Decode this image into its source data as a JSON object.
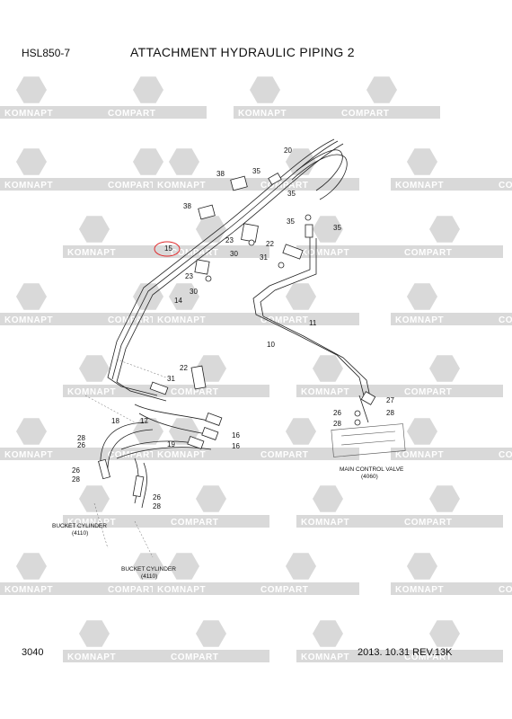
{
  "header": {
    "model": "HSL850-7",
    "title": "ATTACHMENT HYDRAULIC PIPING 2"
  },
  "footer": {
    "page_number": "3040",
    "revision": "2013. 10.31  REV.13K"
  },
  "watermark": {
    "left_text": "KOMNAPT",
    "right_text": "COMPART",
    "color": "#d9d9d9"
  },
  "highlight": {
    "part": "15",
    "color": "#e0282a"
  },
  "part_labels": [
    "20",
    "35",
    "38",
    "38",
    "35",
    "35",
    "35",
    "23",
    "22",
    "30",
    "31",
    "23",
    "30",
    "15",
    "14",
    "11",
    "10",
    "22",
    "31",
    "18",
    "17",
    "16",
    "16",
    "19",
    "28",
    "26",
    "26",
    "28",
    "26",
    "28",
    "27",
    "26",
    "28",
    "28"
  ],
  "captions": {
    "mcv": "MAIN CONTROL VALVE",
    "mcv_code": "(4060)",
    "bucket1": "BUCKET CYLINDER",
    "bucket1_code": "(4110)",
    "bucket2": "BUCKET CYLINDER",
    "bucket2_code": "(4110)"
  }
}
